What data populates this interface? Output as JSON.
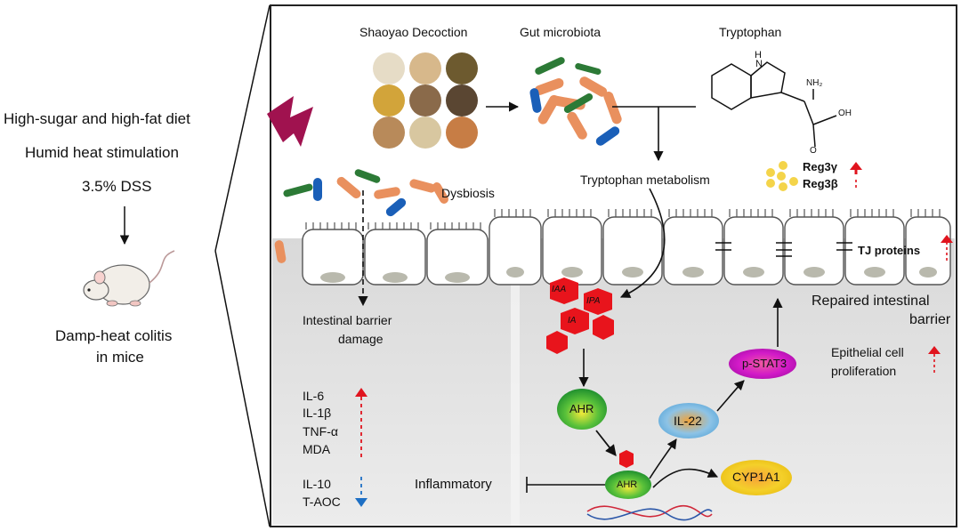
{
  "left": {
    "inducers": [
      "High-sugar and high-fat diet",
      "Humid heat stimulation",
      "3.5% DSS"
    ],
    "model_line1": "Damp-heat colitis",
    "model_line2": "in mice"
  },
  "top": {
    "decoction": "Shaoyao Decoction",
    "microbiota": "Gut microbiota",
    "tryptophan": "Tryptophan",
    "metabolism": "Tryptophan metabolism"
  },
  "damage": {
    "dysbiosis": "Dysbiosis",
    "barrier_line1": "Intestinal barrier",
    "barrier_line2": "damage"
  },
  "markers_up": [
    "IL-6",
    "IL-1β",
    "TNF-α",
    "MDA"
  ],
  "markers_down": [
    "IL-10",
    "T-AOC"
  ],
  "repair": {
    "reg3g": "Reg3γ",
    "reg3b": "Reg3β",
    "tj": "TJ proteins",
    "repaired_line1": "Repaired intestinal",
    "repaired_line2": "barrier",
    "prolif_line1": "Epithelial cell",
    "prolif_line2": "proliferation"
  },
  "metabolites": [
    "IAA",
    "IPA",
    "IA"
  ],
  "nodes": {
    "ahr": "AHR",
    "ahr_dna": "AHR",
    "il22": "IL-22",
    "pstat3": "p-STAT3",
    "cyp1a1": "CYP1A1",
    "inflammatory": "Inflammatory"
  },
  "colors": {
    "up_arrow": "#e0141e",
    "down_arrow": "#1d6fc4",
    "hexagon": "#e8141c",
    "ahr_green": "#2ea83a",
    "il22_blue": "#6fb3e0",
    "pstat3_magenta": "#d21ac8",
    "cyp1a1_yellow": "#f2c919",
    "reg_dots": "#f4d44a",
    "lightning": "#a0124f"
  }
}
